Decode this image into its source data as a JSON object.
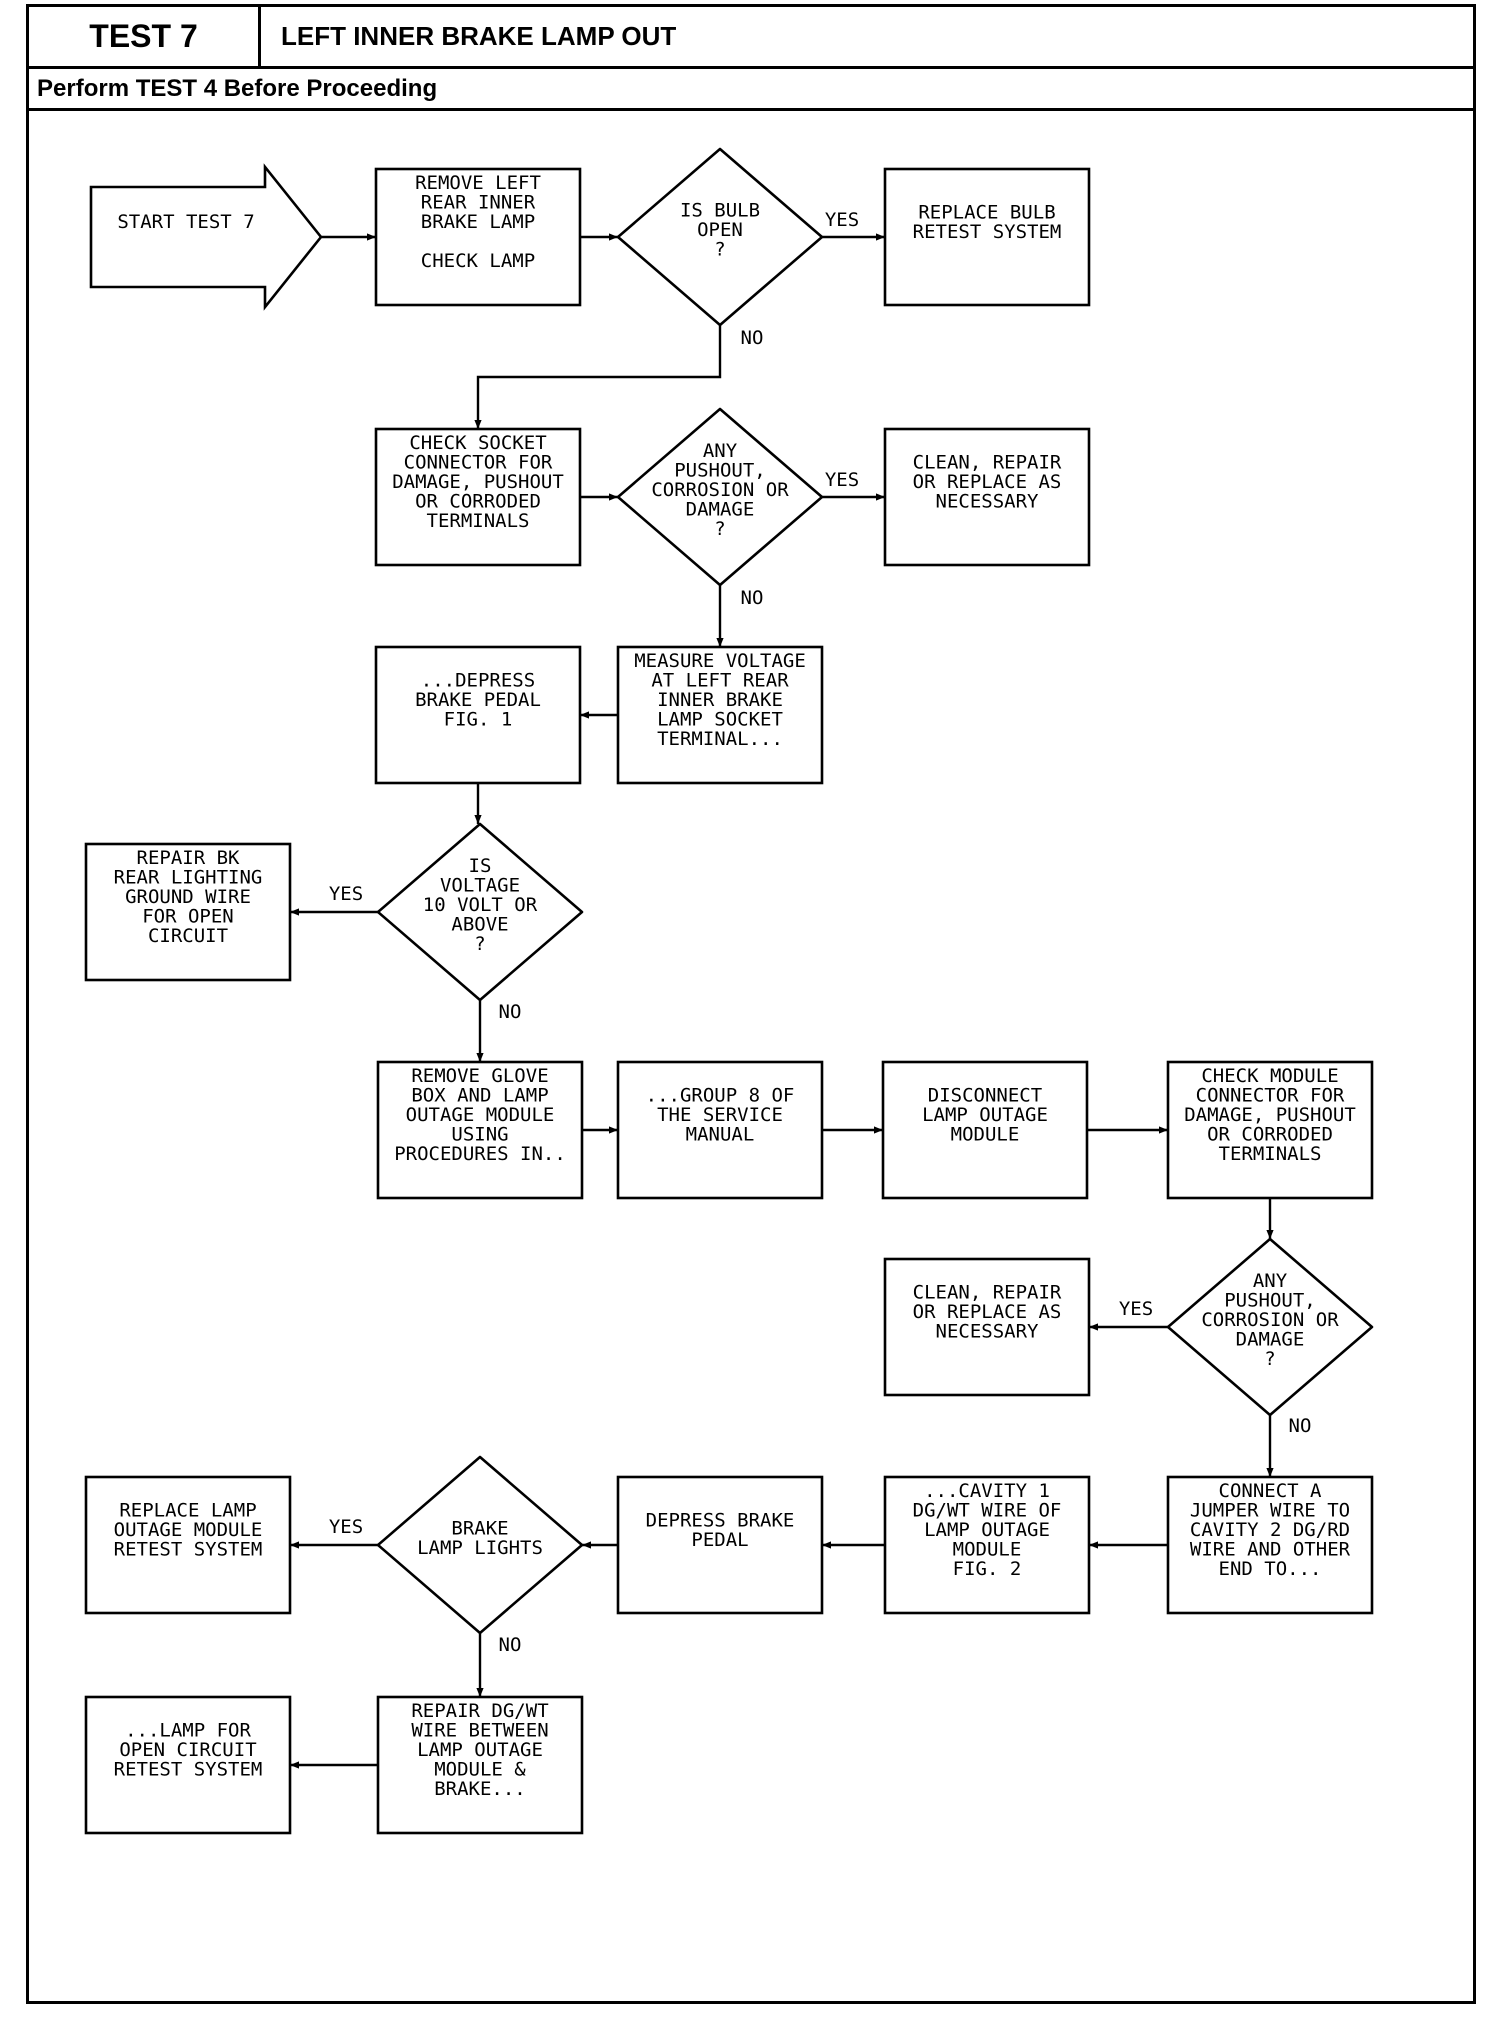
{
  "header": {
    "test_number": "TEST 7",
    "title": "LEFT INNER BRAKE LAMP OUT",
    "prerequisite": "Perform TEST 4 Before Proceeding"
  },
  "flowchart": {
    "start": [
      "START TEST 7"
    ],
    "remove_lamp": [
      "REMOVE LEFT",
      "REAR INNER",
      "BRAKE LAMP",
      "",
      "CHECK LAMP"
    ],
    "bulb_open_q": [
      "IS BULB",
      "OPEN",
      "?"
    ],
    "replace_bulb": [
      "REPLACE BULB",
      "RETEST SYSTEM"
    ],
    "check_socket": [
      "CHECK SOCKET",
      "CONNECTOR FOR",
      "DAMAGE, PUSHOUT",
      "OR CORRODED",
      "TERMINALS"
    ],
    "pushout_q1": [
      "ANY",
      "PUSHOUT,",
      "CORROSION OR",
      "DAMAGE",
      "?"
    ],
    "clean_repair_1": [
      "CLEAN, REPAIR",
      "OR REPLACE AS",
      "NECESSARY"
    ],
    "measure_voltage": [
      "MEASURE VOLTAGE",
      "AT LEFT REAR",
      "INNER BRAKE",
      "LAMP SOCKET",
      "TERMINAL..."
    ],
    "depress_pedal_fig1": [
      "...DEPRESS",
      "BRAKE PEDAL",
      "FIG. 1"
    ],
    "voltage_q": [
      "IS",
      "VOLTAGE",
      "10 VOLT OR",
      "ABOVE",
      "?"
    ],
    "repair_ground": [
      "REPAIR BK",
      "REAR LIGHTING",
      "GROUND WIRE",
      "FOR OPEN",
      "CIRCUIT"
    ],
    "remove_glove_box": [
      "REMOVE GLOVE",
      "BOX AND LAMP",
      "OUTAGE MODULE",
      "USING",
      "PROCEDURES IN.."
    ],
    "group8": [
      "...GROUP 8 OF",
      "THE SERVICE",
      "MANUAL"
    ],
    "disconnect_module": [
      "DISCONNECT",
      "LAMP OUTAGE",
      "MODULE"
    ],
    "check_module_conn": [
      "CHECK MODULE",
      "CONNECTOR FOR",
      "DAMAGE, PUSHOUT",
      "OR CORRODED",
      "TERMINALS"
    ],
    "pushout_q2": [
      "ANY",
      "PUSHOUT,",
      "CORROSION OR",
      "DAMAGE",
      "?"
    ],
    "clean_repair_2": [
      "CLEAN, REPAIR",
      "OR REPLACE AS",
      "NECESSARY"
    ],
    "connect_jumper": [
      "CONNECT A",
      "JUMPER WIRE TO",
      "CAVITY 2 DG/RD",
      "WIRE AND OTHER",
      "END TO..."
    ],
    "cavity1": [
      "...CAVITY 1",
      "DG/WT WIRE OF",
      "LAMP OUTAGE",
      "MODULE",
      "FIG. 2"
    ],
    "depress_pedal": [
      "DEPRESS BRAKE",
      "PEDAL"
    ],
    "lamp_lights_q": [
      "BRAKE",
      "LAMP LIGHTS"
    ],
    "replace_module": [
      "REPLACE LAMP",
      "OUTAGE MODULE",
      "RETEST SYSTEM"
    ],
    "repair_dgwt": [
      "REPAIR DG/WT",
      "WIRE BETWEEN",
      "LAMP OUTAGE",
      "MODULE &",
      "BRAKE..."
    ],
    "lamp_open_circuit": [
      "...LAMP FOR",
      "OPEN CIRCUIT",
      "RETEST SYSTEM"
    ]
  },
  "branch_labels": {
    "yes": "YES",
    "no": "NO"
  }
}
